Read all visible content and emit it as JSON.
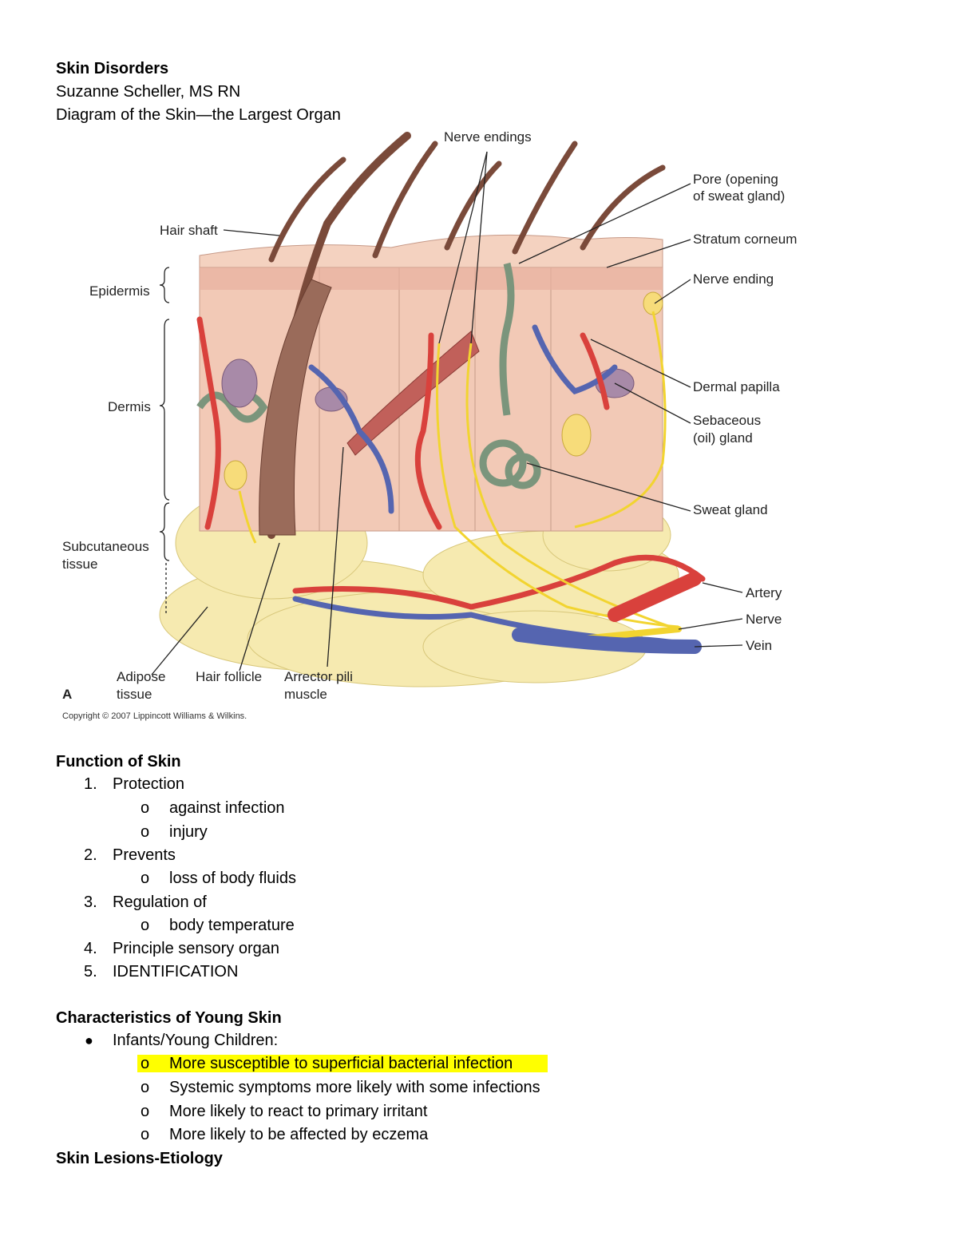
{
  "header": {
    "title": "Skin Disorders",
    "author": "Suzanne Scheller, MS RN",
    "subtitle": "Diagram of the Skin—the Largest Organ"
  },
  "diagram": {
    "labels": {
      "nerve_endings": "Nerve endings",
      "pore_line1": "Pore (opening",
      "pore_line2": "of sweat gland)",
      "hair_shaft": "Hair shaft",
      "stratum_corneum": "Stratum corneum",
      "epidermis": "Epidermis",
      "nerve_ending": "Nerve ending",
      "dermis": "Dermis",
      "dermal_papilla": "Dermal papilla",
      "sebaceous_line1": "Sebaceous",
      "sebaceous_line2": "(oil) gland",
      "sweat_gland": "Sweat gland",
      "subcutaneous_line1": "Subcutaneous",
      "subcutaneous_line2": "tissue",
      "artery": "Artery",
      "nerve": "Nerve",
      "vein": "Vein",
      "adipose_line1": "Adipose",
      "adipose_line2": "tissue",
      "hair_follicle": "Hair follicle",
      "arrector_line1": "Arrector pili",
      "arrector_line2": "muscle",
      "panel_letter": "A",
      "copyright": "Copyright © 2007 Lippincott Williams & Wilkins."
    },
    "colors": {
      "skin": "#f2c9b6",
      "epidermis": "#e8b1a0",
      "artery": "#d9413c",
      "vein": "#5565b0",
      "nerve": "#f2d430",
      "fat": "#f6eab0",
      "gland": "#8aa08a",
      "hair": "#7a4a3a"
    }
  },
  "function_section": {
    "heading": "Function of Skin",
    "items": [
      {
        "num": "1.",
        "label": "Protection",
        "subs": [
          "against infection",
          "injury"
        ]
      },
      {
        "num": "2.",
        "label": "Prevents",
        "subs": [
          "loss of body fluids"
        ]
      },
      {
        "num": "3.",
        "label": "Regulation of",
        "subs": [
          "body temperature"
        ]
      },
      {
        "num": "4.",
        "label": "Principle sensory organ",
        "subs": []
      },
      {
        "num": "5.",
        "label": "IDENTIFICATION",
        "subs": []
      }
    ]
  },
  "young_skin_section": {
    "heading": "Characteristics of Young Skin",
    "bullet": "Infants/Young Children:",
    "subs": [
      "More susceptible to superficial bacterial infection",
      "Systemic symptoms more likely with some infections",
      "More likely to react to primary irritant",
      "More likely to be affected by eczema"
    ],
    "highlight_color": "#ffff00"
  },
  "lesions_section": {
    "heading": "Skin Lesions-Etiology"
  }
}
